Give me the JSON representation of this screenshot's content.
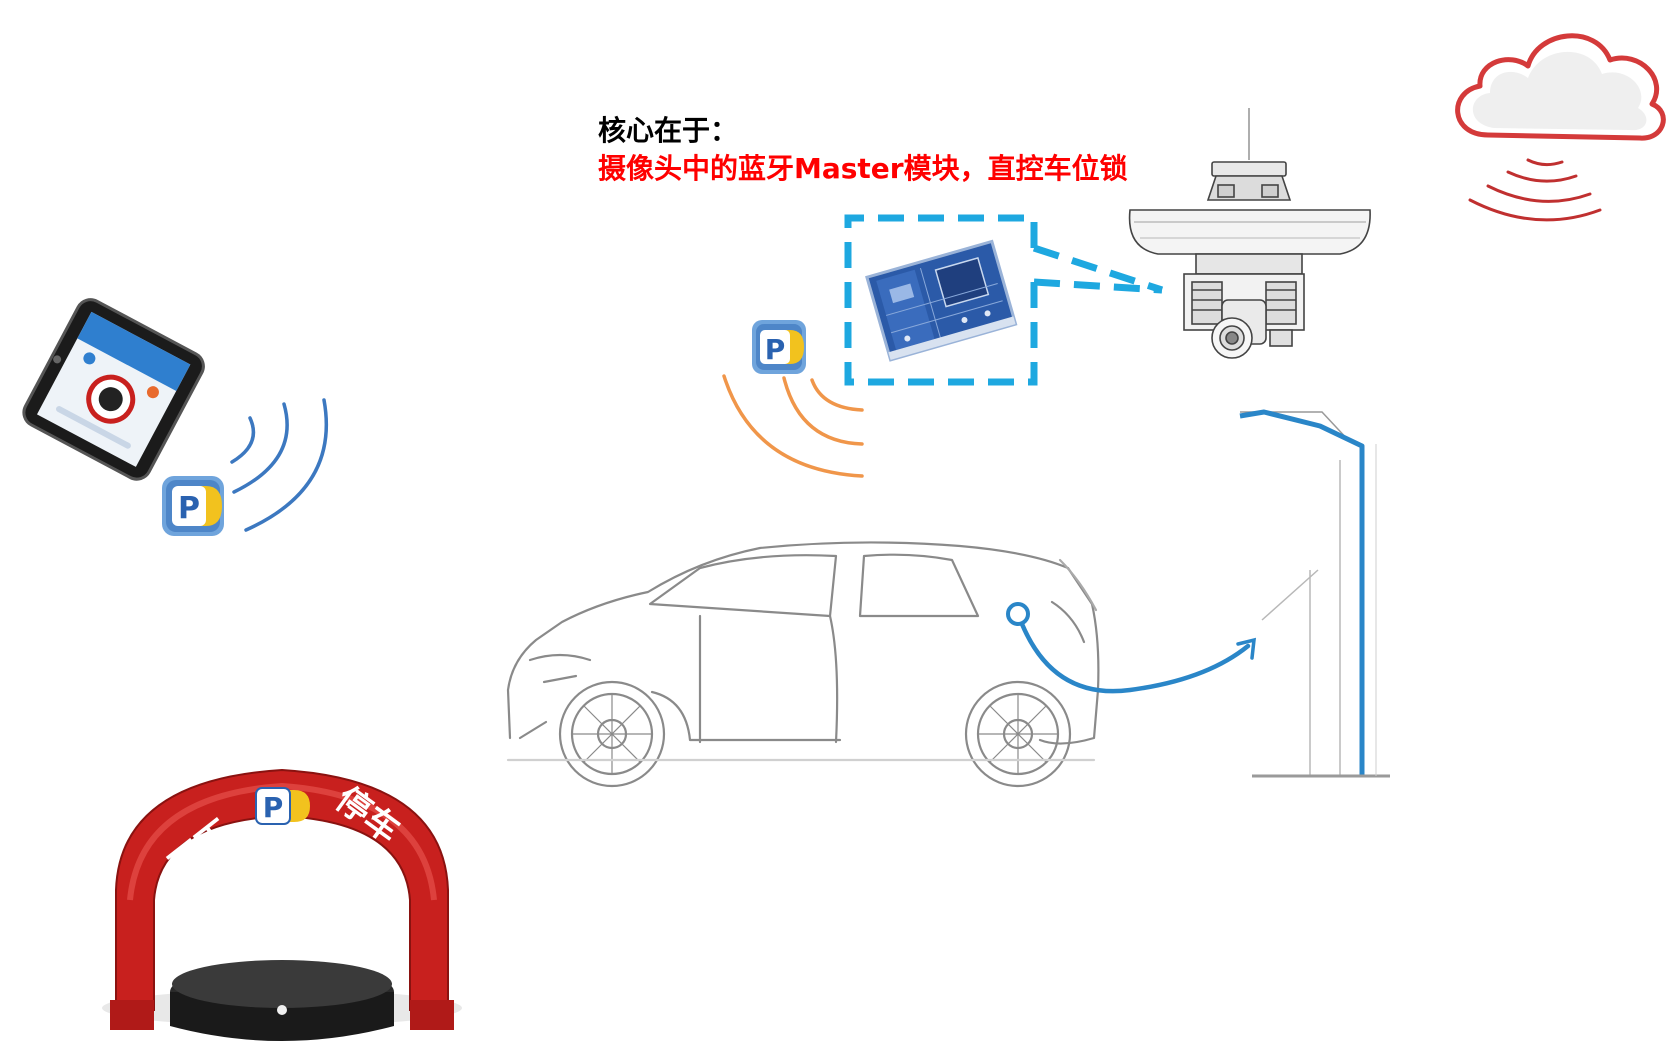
{
  "caption": {
    "line1": "核心在于：",
    "line2": "摄像头中的蓝牙Master模块，直控车位锁"
  },
  "parking_lock": {
    "brand_left": "丁丁",
    "brand_right": "停车",
    "badge_letter": "P"
  },
  "app_icon": {
    "letter": "P"
  },
  "colors": {
    "caption_highlight": "#ff0000",
    "highlight_box": "#1ea8e0",
    "phone_signal": "#3c78c0",
    "module_signal": "#f0964a",
    "cloud_signal": "#c03030",
    "pole": "#2a86c8",
    "lock_body": "#c8201e"
  }
}
